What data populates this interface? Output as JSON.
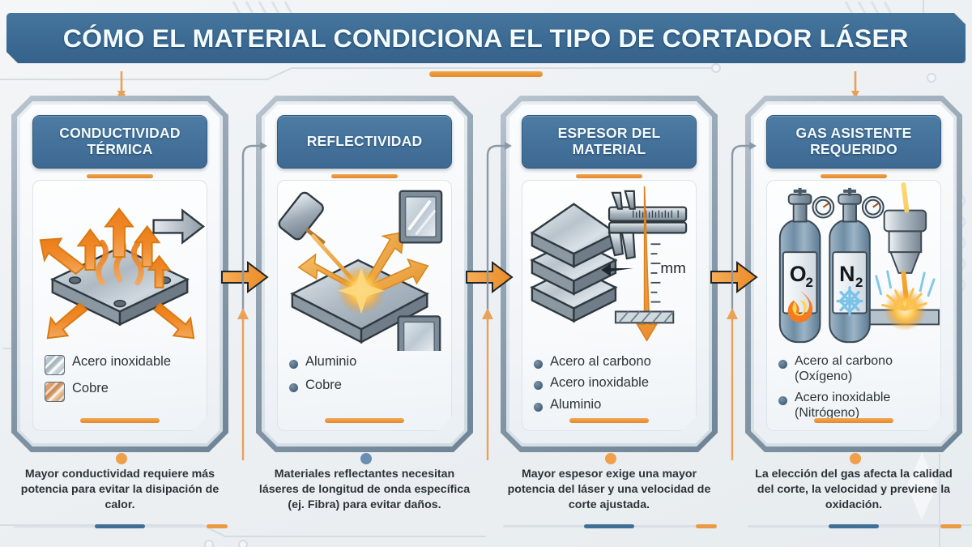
{
  "header": {
    "title": "CÓMO EL MATERIAL CONDICIONA EL TIPO DE CORTADOR LÁSER"
  },
  "colors": {
    "header_blue": "#3c6b94",
    "card_head_blue": "#44719a",
    "accent_orange": "#e3892a",
    "bullet_blue": "#46627c",
    "frame_gray": "#96a6b4",
    "background": "#eef1f4"
  },
  "cards": [
    {
      "id": "conductividad-termica",
      "title": "CONDUCTIVIDAD\nTÉRMICA",
      "illustration": "heat-plate-icon",
      "legend_style": "swatch",
      "items": [
        {
          "label": "Acero inoxidable",
          "swatch": "steel"
        },
        {
          "label": "Cobre",
          "swatch": "copper"
        }
      ],
      "caption": "Mayor conductividad requiere más potencia para evitar la disipación de calor."
    },
    {
      "id": "reflectividad",
      "title": "REFLECTIVIDAD",
      "illustration": "laser-reflection-icon",
      "legend_style": "dot",
      "items": [
        {
          "label": "Aluminio"
        },
        {
          "label": "Cobre"
        }
      ],
      "caption": "Materiales reflectantes necesitan láseres de longitud de onda específica (ej. Fibra) para evitar daños."
    },
    {
      "id": "espesor-del-material",
      "title": "ESPESOR DEL\nMATERIAL",
      "illustration": "caliper-stack-icon",
      "legend_style": "dot",
      "items": [
        {
          "label": "Acero al carbono"
        },
        {
          "label": "Acero inoxidable"
        },
        {
          "label": "Aluminio"
        }
      ],
      "caption": "Mayor espesor exige una mayor potencia del láser y una velocidad de corte ajustada."
    },
    {
      "id": "gas-asistente-requerido",
      "title": "GAS ASISTENTE\nREQUERIDO",
      "illustration": "gas-cylinders-icon",
      "legend_style": "dot",
      "items": [
        {
          "label": "Acero al carbono\n(Oxígeno)"
        },
        {
          "label": "Acero inoxidable\n(Nitrógeno)"
        }
      ],
      "caption": "La elección del gas afecta la calidad del corte, la velocidad y previene la oxidación."
    }
  ],
  "illustration_labels": {
    "thickness_unit": "mm",
    "cylinder_o2": "O",
    "cylinder_o2_sub": "2",
    "cylinder_n2": "N",
    "cylinder_n2_sub": "2"
  }
}
